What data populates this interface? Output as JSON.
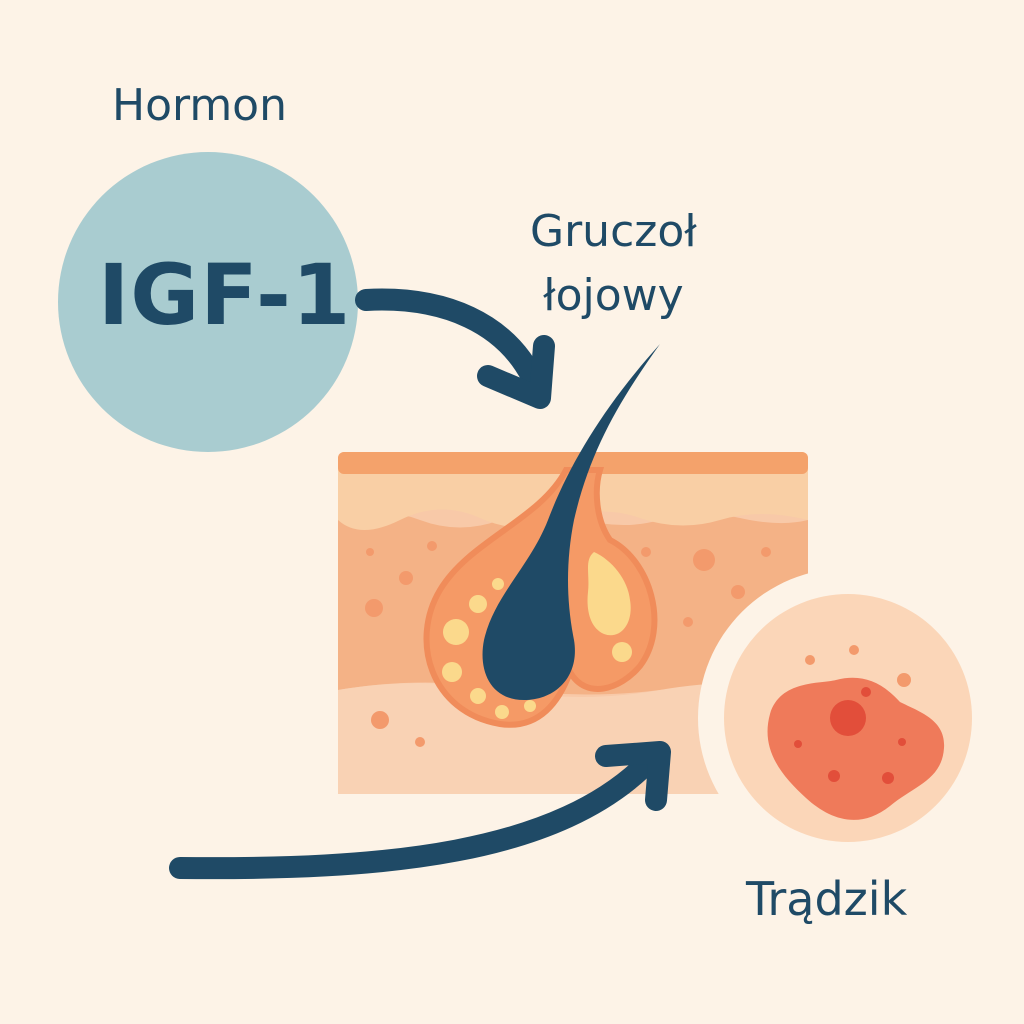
{
  "labels": {
    "hormone_caption": "Hormon",
    "hormone_name": "IGF-1",
    "gland_line1": "Gruczoł",
    "gland_line2": "łojowy",
    "acne": "Trądzik"
  },
  "colors": {
    "background": "#fdf3e7",
    "text": "#1f4a66",
    "hormone_circle": "#a9ccd0",
    "arrow": "#1f4a66",
    "skin_top": "#f4a26b",
    "skin_upper": "#f9cfa5",
    "dermis": "#f4b286",
    "hypodermis": "#f8c9a8",
    "gland_outline": "#f08c5a",
    "sebum": "#fbd98c",
    "hair": "#1f4a66",
    "lesion": "#ef7a5a",
    "lesion_core": "#e24e3a",
    "inset_bg": "#fbd6b8"
  },
  "icons": {
    "hormone": "hormone-circle-icon",
    "skin": "skin-cross-section-icon",
    "hair": "hair-follicle-icon",
    "gland": "sebaceous-gland-icon",
    "acne": "acne-lesion-icon"
  }
}
